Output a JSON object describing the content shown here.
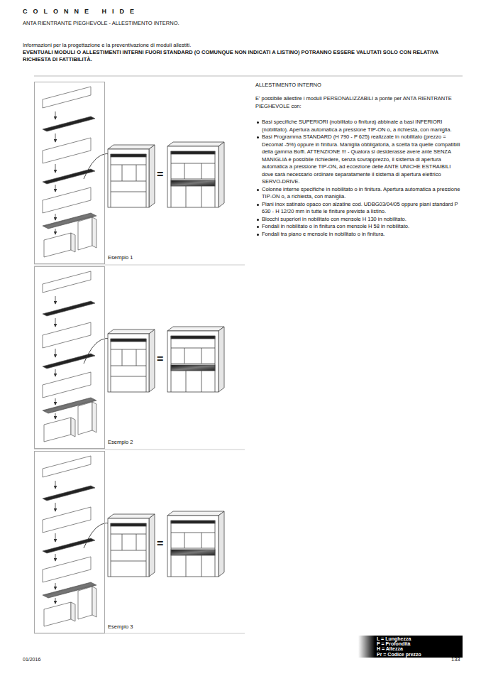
{
  "diagram": {
    "title": "COLONNE HIDE",
    "nodes": [
      {
        "text": [
          "Esempio 1"
        ]
      },
      {
        "text": [
          "Esempio 2"
        ]
      },
      {
        "text": [
          "Esempio 3"
        ]
      },
      {
        "text": [
          "L = Lunghezza",
          "P = Profondità",
          "H = Altezza",
          "Pr = Codice prezzo"
        ]
      }
    ],
    "labels": [
      "ANTA RIENTRANTE PIEGHEVOLE - ALLESTIMENTO INTERNO.",
      "Informazioni per la progettazione e la preventivazione di moduli allestiti.",
      "EVENTUALI MODULI O ALLESTIMENTI INTERNI FUORI STANDARD (O COMUNQUE NON INDICATI A LISTINO) POTRANNO ESSERE VALUTATI SOLO CON RELATIVA RICHIESTA DI FATTIBILITÀ.",
      "ALLESTIMENTO INTERNO",
      "E' possibile allestire i moduli PERSONALIZZABILI a ponte per ANTA RIENTRANTE PIEGHEVOLE con:",
      "Basi specifiche SUPERIORI (nobilitato o finitura) abbinate a basi INFERIORI (nobilitato). Apertura automatica a pressione TIP-ON o, a richiesta, con maniglia.",
      "Basi Programma STANDARD (H 790 - P 625) realizzate in nobilitato (prezzo = Decomat -5%) oppure in finitura. Maniglia obbligatoria, a scelta tra quelle compatibili della gamma Boffi. ATTENZIONE !!! - Qualora si desiderasse avere ante SENZA MANIGLIA è possibile richiedere, senza sovrapprezzo, il sistema di apertura automatica a pressione TIP-ON, ad eccezione delle ANTE UNICHE ESTRAIBILI dove sarà necessario ordinare separatamente il sistema di apertura elettrico SERVO-DRIVE.",
      "Colonne interne specifiche in nobilitato o in finitura. Apertura automatica a pressione TIP-ON o, a richiesta, con maniglia.",
      "Piani inox satinato opaco con alzatine cod. UDBG03/04/05 oppure piani standard P 630 - H 12/20 mm in tutte le finiture previste a listino.",
      "Blocchi superiori in nobilitato con mensole H 130 in nobilitato.",
      "Fondali in nobilitato o in finitura con mensole H 58 in nobilitato.",
      "Fondali tra piano e mensole in nobilitato o in finitura.",
      "=",
      "=",
      "=",
      "01/2016",
      "133"
    ]
  }
}
